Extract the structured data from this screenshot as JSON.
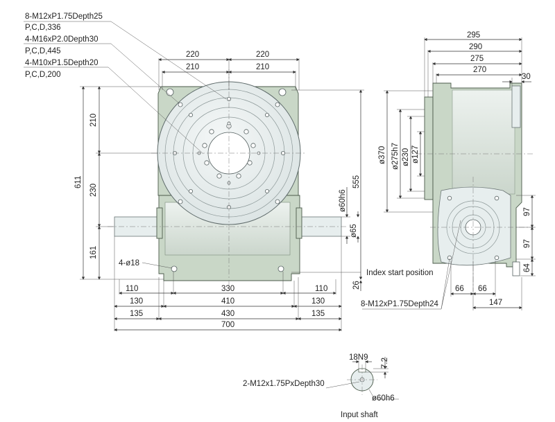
{
  "callouts": {
    "c1": "8-M12xP1.75Depth25",
    "c2": "P,C,D,336",
    "c3": "4-M16xP2.0Depth30",
    "c4": "P,C,D,445",
    "c5": "4-M10xP1.5Depth20",
    "c6": "P,C,D,200",
    "bolt_holes": "4-ø18",
    "index_start": "Index start position",
    "side_tap": "8-M12xP1.75Depth24",
    "shaft_tap": "2-M12x1.75PxDepth30",
    "shaft_caption": "Input shaft"
  },
  "front_dims": {
    "top_220_left": "220",
    "top_220_right": "220",
    "top_210_left": "210",
    "top_210_right": "210",
    "v_611": "611",
    "v_210": "210",
    "v_230": "230",
    "v_161": "161",
    "v_555": "555",
    "v_60h6": "ø60h6",
    "v_65": "ø65",
    "v_26": "26",
    "b_110_left": "110",
    "b_330": "330",
    "b_110_right": "110",
    "b_130_left": "130",
    "b_410": "410",
    "b_130_right": "130",
    "b_135_left": "135",
    "b_430": "430",
    "b_135_right": "135",
    "b_700": "700"
  },
  "side_dims": {
    "t_295": "295",
    "t_290": "290",
    "t_275": "275",
    "t_270": "270",
    "t_30": "30",
    "d_370": "ø370",
    "d_275h7": "ø275h7",
    "d_230": "ø230",
    "d_127": "ø127",
    "r_97_top": "97",
    "r_97_bot": "97",
    "r_64": "64",
    "b_66_left": "66",
    "b_66_right": "66",
    "b_147": "147"
  },
  "shaft_dims": {
    "key_18N9": "18N9",
    "key_72": "7.2",
    "dia_60h6": "ø60h6"
  }
}
